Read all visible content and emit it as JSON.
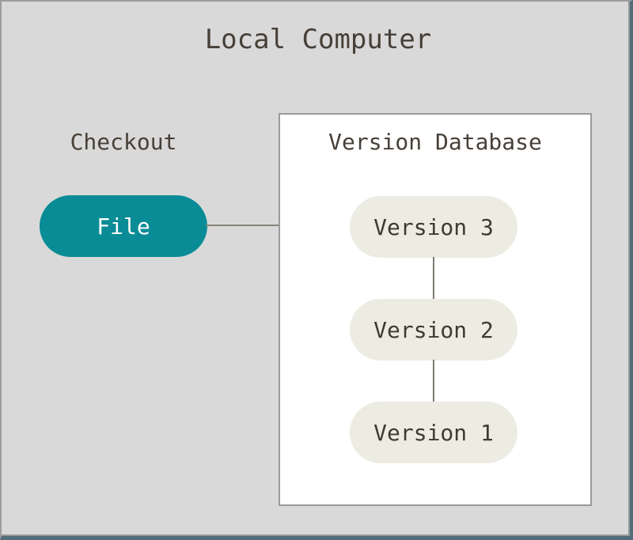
{
  "diagram": {
    "title": "Local Computer",
    "checkout": {
      "label": "Checkout",
      "file_node": "File"
    },
    "version_database": {
      "title": "Version Database",
      "nodes": [
        "Version 3",
        "Version 2",
        "Version 1"
      ]
    },
    "colors": {
      "background": "#d9d9d9",
      "frame_light": "#9c9c9c",
      "frame_dark": "#516d7a",
      "file_pill_teal": "#0a8c96",
      "file_pill_text": "#ffffff",
      "version_pill_beige": "#edece3",
      "text_dark": "#474038",
      "connector_line": "#7f7a73",
      "box_background": "#ffffff",
      "box_border": "#9a9a9a"
    }
  }
}
